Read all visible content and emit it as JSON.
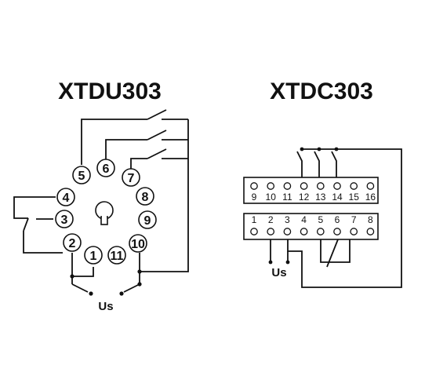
{
  "diagrams": [
    {
      "title": "XTDU303",
      "pins": [
        "1",
        "2",
        "3",
        "4",
        "5",
        "6",
        "7",
        "8",
        "9",
        "10",
        "11"
      ],
      "supply_label": "Us"
    },
    {
      "title": "XTDC303",
      "top_row": [
        "9",
        "10",
        "11",
        "12",
        "13",
        "14",
        "15",
        "16"
      ],
      "bottom_row": [
        "1",
        "2",
        "3",
        "4",
        "5",
        "6",
        "7",
        "8"
      ],
      "supply_label": "Us"
    }
  ]
}
